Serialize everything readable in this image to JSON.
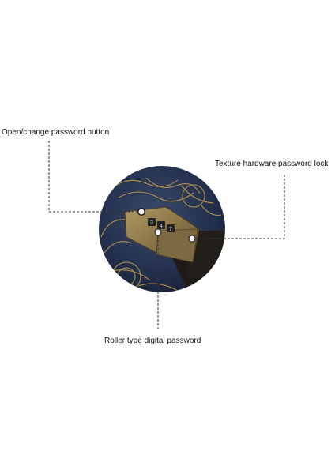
{
  "annotations": {
    "open_change": "Open/change password button",
    "texture_lock": "Texture hardware password lock",
    "roller": "Roller type digital password"
  },
  "lock_digits": [
    "3",
    "4",
    "7"
  ],
  "colors": {
    "background": "#ffffff",
    "leader_line": "#333333",
    "cover_dark": "#1f2b45",
    "cover_pattern": "#c9a24a",
    "brass": "#8a7a52",
    "strap": "#1e1a16"
  }
}
